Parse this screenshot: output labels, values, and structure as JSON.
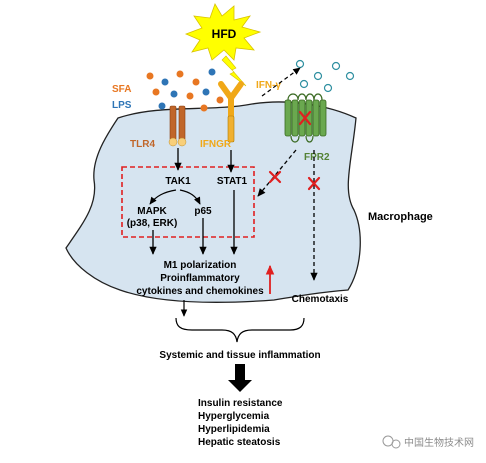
{
  "labels": {
    "hfd": "HFD",
    "sfa": "SFA",
    "lps": "LPS",
    "ifn_gamma": "IFN-γ",
    "tlr4": "TLR4",
    "ifngr": "IFNGR",
    "fpr2": "FPR2",
    "tak1": "TAK1",
    "stat1": "STAT1",
    "mapk_line1": "MAPK",
    "mapk_line2": "(p38, ERK)",
    "p65": "p65",
    "macrophage": "Macrophage",
    "m1_line1": "M1 polarization",
    "m1_line2": "Proinflammatory",
    "m1_line3": "cytokines and chemokines",
    "chemotaxis": "Chemotaxis",
    "inflammation": "Systemic and tissue inflammation",
    "outcomes": [
      "Insulin resistance",
      "Hyperglycemia",
      "Hyperlipidemia",
      "Hepatic steatosis"
    ],
    "watermark": "中国生物技术网"
  },
  "colors": {
    "sfa": "#e87722",
    "lps": "#2e75b6",
    "ifn": "#f0a818",
    "fpr2": "#548235",
    "cell_fill": "#d6e4f0",
    "dashed_box": "#e02020",
    "inhibit": "#e02020",
    "burst": "#ffff00"
  }
}
